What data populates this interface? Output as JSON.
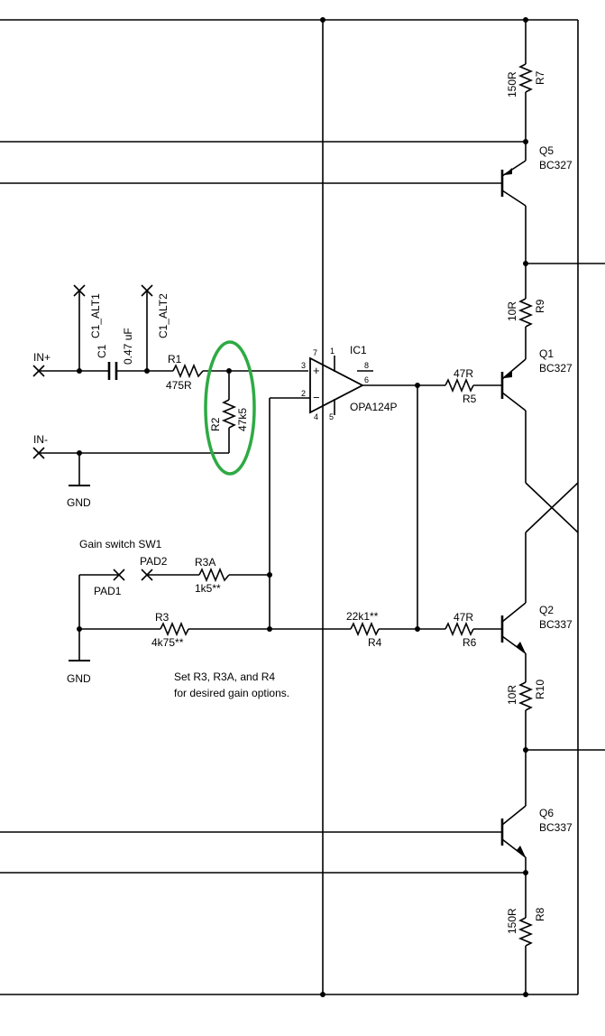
{
  "colors": {
    "wire": "#000000",
    "highlight": "#2eaa44",
    "background": "#ffffff"
  },
  "ports": {
    "in_plus": "IN+",
    "in_minus": "IN-",
    "gnd": "GND"
  },
  "c1": {
    "ref": "C1",
    "value": "0.47 uF",
    "alt1": "C1_ALT1",
    "alt2": "C1_ALT2"
  },
  "r1": {
    "ref": "R1",
    "value": "475R"
  },
  "r2": {
    "ref": "R2",
    "value": "47k5"
  },
  "ic1": {
    "ref": "IC1",
    "part": "OPA124P",
    "plus": "+",
    "minus": "−",
    "pins": {
      "p1": "1",
      "p2": "2",
      "p3": "3",
      "p4": "4",
      "p5": "5",
      "p6": "6",
      "p7": "7",
      "p8": "8"
    }
  },
  "r5": {
    "ref": "R5",
    "value": "47R"
  },
  "r6": {
    "ref": "R6",
    "value": "47R"
  },
  "r4": {
    "ref": "R4",
    "value": "22k1**"
  },
  "r3": {
    "ref": "R3",
    "value": "4k75**"
  },
  "r3a": {
    "ref": "R3A",
    "value": "1k5**"
  },
  "sw1": {
    "title": "Gain switch SW1",
    "pad1": "PAD1",
    "pad2": "PAD2"
  },
  "note": {
    "line1": "Set R3, R3A, and R4",
    "line2": "for desired gain options."
  },
  "r7": {
    "ref": "R7",
    "value": "150R"
  },
  "r9": {
    "ref": "R9",
    "value": "10R"
  },
  "r10": {
    "ref": "R10",
    "value": "10R"
  },
  "r8": {
    "ref": "R8",
    "value": "150R"
  },
  "q5": {
    "ref": "Q5",
    "part": "BC327"
  },
  "q1": {
    "ref": "Q1",
    "part": "BC327"
  },
  "q2": {
    "ref": "Q2",
    "part": "BC337"
  },
  "q6": {
    "ref": "Q6",
    "part": "BC337"
  }
}
